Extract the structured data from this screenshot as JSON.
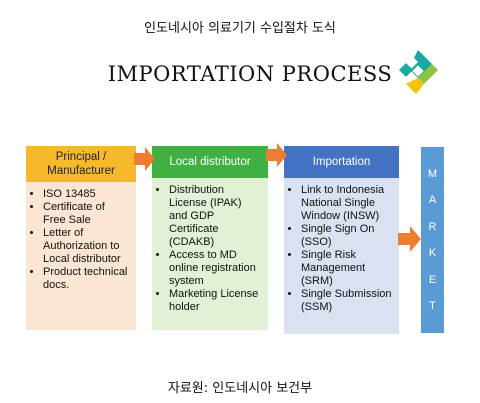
{
  "header": {
    "caption": "인도네시아 의료기기 수입절차 도식",
    "title": "IMPORTATION PROCESS"
  },
  "logo": {
    "icon": "ministry-of-health-logo-icon",
    "colors": [
      "#1aa9a0",
      "#f4c20d",
      "#8cc63f",
      "#ffffff"
    ]
  },
  "process": {
    "steps": [
      {
        "heading": "Principal / Manufacturer",
        "heading_color": "#f7b92b",
        "body_color": "#fbe5d3",
        "items": [
          "ISO 13485",
          "Certificate of Free Sale",
          "Letter of Authorization to Local distributor",
          "Product technical docs."
        ]
      },
      {
        "heading": "Local distributor",
        "heading_color": "#3fb142",
        "body_color": "#e2f0d6",
        "items": [
          "Distribution License (IPAK) and GDP Certificate (CDAKB)",
          "Access to MD online registration system",
          "Marketing License holder"
        ]
      },
      {
        "heading": "Importation",
        "heading_color": "#4472c4",
        "body_color": "#dae1f1",
        "items": [
          "Link to Indonesia National Single Window (INSW)",
          "Single Sign On (SSO)",
          "Single Risk Management (SRM)",
          "Single Submission (SSM)"
        ]
      }
    ],
    "market": {
      "letters": [
        "M",
        "A",
        "R",
        "K",
        "E",
        "T"
      ],
      "color": "#5b9bd5"
    },
    "arrow_color": "#ed7d31"
  },
  "footer": {
    "caption": "자료원: 인도네시아 보건부"
  }
}
